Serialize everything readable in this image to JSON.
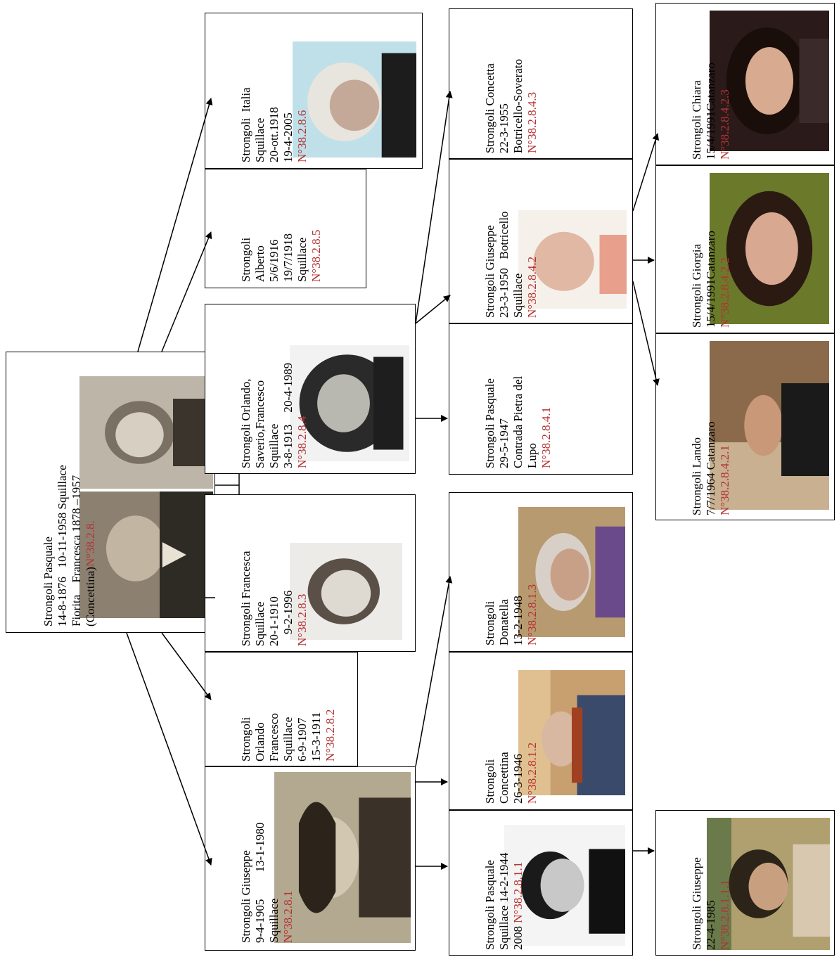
{
  "persons": {
    "p38_2_8": {
      "lines": [
        "Strongoli Pasquale",
        "14-8-1876   10-11-1958 Squillace",
        "Fiorita    Francesca 1878 –1957",
        "(Concettina)"
      ],
      "code": "N°38.2.8."
    },
    "p38_2_8_1": {
      "lines": [
        "Strongoli Giuseppe",
        "9-4-1905         13-1-1980",
        "Squillace"
      ],
      "code": "N°38.2.8.1"
    },
    "p38_2_8_2": {
      "lines": [
        "Strongoli",
        "Orlando",
        "Francesco",
        "Squillace",
        "6-9-1907",
        "15-3-1911"
      ],
      "code": "N°38.2.8.2"
    },
    "p38_2_8_3": {
      "lines": [
        "Strongoli Francesca",
        "Squillace",
        "20-1-1910",
        "    9-2-1996"
      ],
      "code": "N°38.2.8.3"
    },
    "p38_2_8_4": {
      "lines": [
        "Strongoli Orlando,",
        "Saverio,Francesco",
        "Squillace",
        "3-8-1913    20-4-1989"
      ],
      "code": "N°38.2.8.4"
    },
    "p38_2_8_5": {
      "lines": [
        "Strongoli",
        "Alberto",
        "5/6/1916",
        "19/7/1918",
        "Squillace"
      ],
      "code": "N°38.2.8.5"
    },
    "p38_2_8_6": {
      "lines": [
        "Strongoli  Italia",
        "Squillace",
        "20-ott.1918",
        "19-4-2005"
      ],
      "code": "N°38.2.8.6"
    },
    "p38_2_8_1_1": {
      "lines": [
        "Strongoli Pasquale",
        "Squillace 14-2-1944",
        "2008"
      ],
      "code": "N°38.2.8.1.1"
    },
    "p38_2_8_1_2": {
      "lines": [
        "Strongoli",
        "Concettina",
        "26-3-1946"
      ],
      "code": "N°38.2.8.1.2"
    },
    "p38_2_8_1_3": {
      "lines": [
        "Strongoli",
        "Donatella",
        "13-2-1948"
      ],
      "code": "N°38.2.8.1.3"
    },
    "p38_2_8_4_1": {
      "lines": [
        "Strongoli Pasquale",
        "29-5-1947",
        "Contrada Pietra del",
        "Lupo"
      ],
      "code": "N°38.2.8.4.1"
    },
    "p38_2_8_4_2": {
      "lines": [
        "Strongoli Giuseppe",
        "23-3-1950   Botricello",
        "Squillace"
      ],
      "code": "N°38.2.8.4.2"
    },
    "p38_2_8_4_3": {
      "lines": [
        "Strongoli Concetta",
        "22-3-1955",
        "Botricello-Soverato"
      ],
      "code": "N°38.2.8.4.3"
    },
    "p38_2_8_1_1_1": {
      "lines": [
        "Strongoli Giuseppe",
        "22-4-1985"
      ],
      "code": "N°38.2.8.1.1.1"
    },
    "p38_2_8_4_2_1": {
      "lines": [
        "Strongoli Lando",
        "7/7/1964 Catanzaro"
      ],
      "code": "N°38.2.8.4.2.1"
    },
    "p38_2_8_4_2_2": {
      "lines": [
        "Strongoli Giorgia",
        "15/4/1991Catanzaro"
      ],
      "code": "N°38.2.8.4.2.2"
    },
    "p38_2_8_4_2_3": {
      "lines": [
        "Strongoli Chiara",
        "15/4/1991Catanzaro"
      ],
      "code": "N°38.2.8.4.2.3"
    }
  },
  "colors": {
    "code": "#b43232",
    "line": "#000000",
    "box_border": "#000000"
  }
}
